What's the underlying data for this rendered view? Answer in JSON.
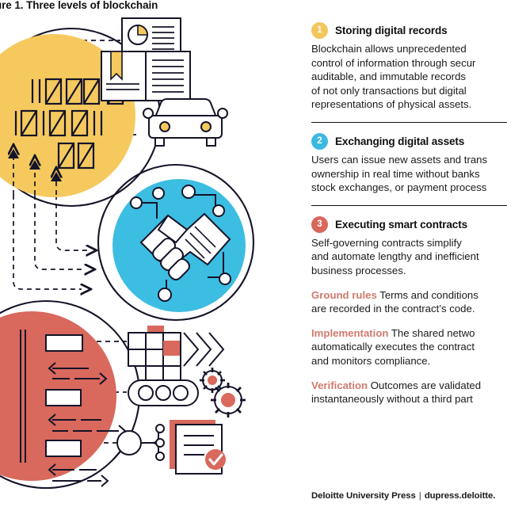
{
  "figure": {
    "title": "ure 1. Three levels of blockchain"
  },
  "sections": [
    {
      "number": "1",
      "badge_color": "#f2c75c",
      "title": "Storing digital records",
      "body_lines": [
        "Blockchain allows unprecedented",
        "control of information through secur",
        "auditable, and immutable records",
        "of not only transactions but digital",
        "representations of physical assets."
      ]
    },
    {
      "number": "2",
      "badge_color": "#3cb9e0",
      "title": "Exchanging digital assets",
      "body_lines": [
        "Users can issue new assets and trans",
        "ownership in real time without banks",
        "stock exchanges, or payment process"
      ]
    },
    {
      "number": "3",
      "badge_color": "#d9675c",
      "title": "Executing smart contracts",
      "body_lines": [
        "Self-governing contracts simplify",
        "and automate lengthy and inefficient",
        "business processes."
      ]
    }
  ],
  "sub_items": [
    {
      "label": "Ground rules",
      "lines": [
        " Terms and conditions",
        "are recorded in the contract’s code."
      ]
    },
    {
      "label": "Implementation",
      "lines": [
        " The shared netwo",
        "automatically executes the contract",
        "and monitors compliance."
      ]
    },
    {
      "label": "Verification",
      "lines": [
        " Outcomes are validated",
        "instantaneously without a third part"
      ]
    }
  ],
  "footer": {
    "publisher": "Deloitte University Press",
    "separator": "|",
    "site": "dupress.deloitte."
  },
  "graphic": {
    "circle_1": {
      "name": "storing-digital-records-circle",
      "fill": "#f5c95e",
      "content": "binary-digits"
    },
    "circle_2": {
      "name": "exchanging-digital-assets-circle",
      "fill": "#3cbde2",
      "content": "handshake-network"
    },
    "circle_3": {
      "name": "executing-smart-contracts-circle",
      "fill": "#d9685d",
      "content": "contract-code-lines"
    },
    "icons": [
      "pie-chart-document-icon",
      "open-book-icon",
      "car-icon",
      "blocks-chevrons-icon",
      "gears-capsule-icon",
      "magnifier-checked-document-icon"
    ],
    "accent_line": "#1a1a2e"
  }
}
